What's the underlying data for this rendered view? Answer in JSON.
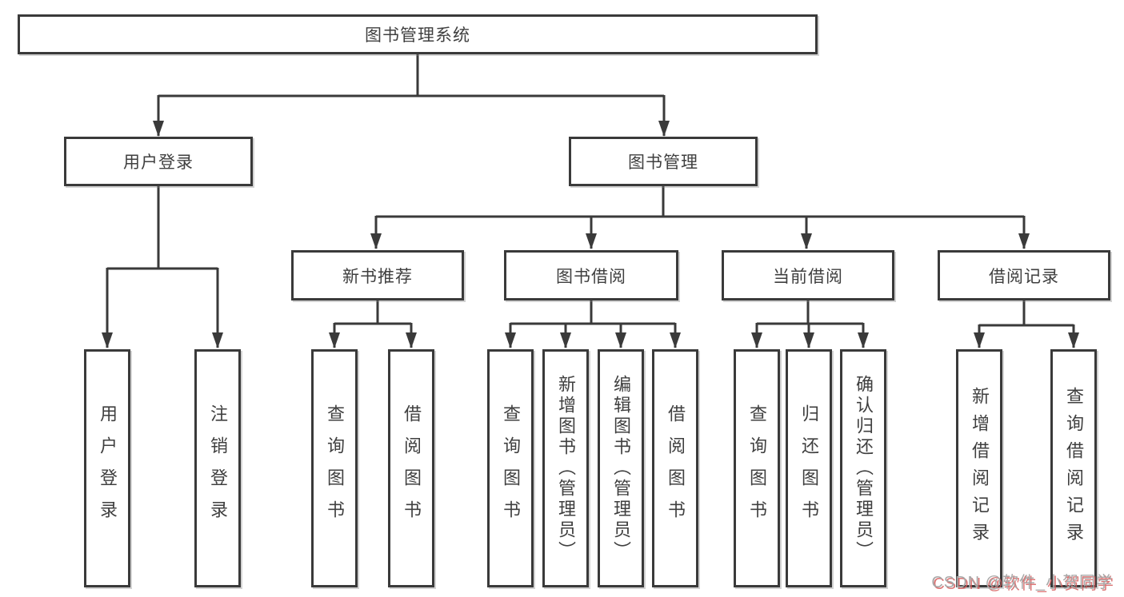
{
  "diagram": {
    "title": "图书管理系统",
    "level2": {
      "user_login": "用户登录",
      "book_mgmt": "图书管理"
    },
    "level3": {
      "new_books": "新书推荐",
      "book_borrow": "图书借阅",
      "current_borrow": "当前借阅",
      "borrow_records": "借阅记录"
    },
    "leaves": {
      "user_login": "用户登录",
      "logout": "注销登录",
      "nb_query": "查询图书",
      "nb_borrow": "借阅图书",
      "bb_query": "查询图书",
      "bb_add": "新增图书（管理员）",
      "bb_edit": "编辑图书（管理员）",
      "bb_borrow": "借阅图书",
      "cb_query": "查询图书",
      "cb_return": "归还图书",
      "cb_confirm": "确认归还（管理员）",
      "br_add": "新增借阅记录",
      "br_query": "查询借阅记录"
    },
    "watermark": "CSDN @软件_小贺同学",
    "colors": {
      "line": "#3a3a3a",
      "box_border": "#3a3a3a",
      "watermark_gray": "#a8a8a8",
      "watermark_red": "#d65c5c"
    }
  }
}
